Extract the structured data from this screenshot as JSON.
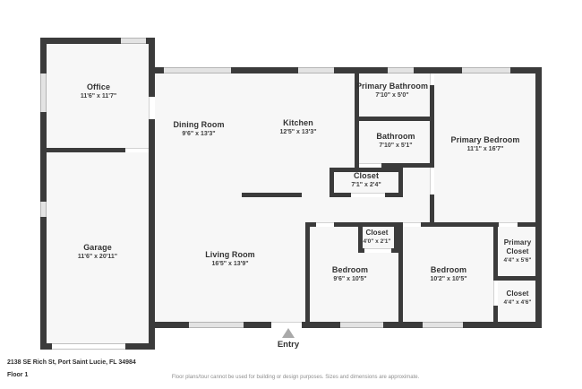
{
  "floor_plan": {
    "rooms": {
      "office": {
        "name": "Office",
        "dims": "11'6\" x 11'7\""
      },
      "dining_room": {
        "name": "Dining Room",
        "dims": "9'6\" x 13'3\""
      },
      "kitchen": {
        "name": "Kitchen",
        "dims": "12'5\" x 13'3\""
      },
      "primary_bathroom": {
        "name": "Primary Bathroom",
        "dims": "7'10\" x 5'0\""
      },
      "bathroom": {
        "name": "Bathroom",
        "dims": "7'10\" x 5'1\""
      },
      "primary_bedroom": {
        "name": "Primary Bedroom",
        "dims": "11'1\" x 16'7\""
      },
      "hall_closet": {
        "name": "Closet",
        "dims": "7'1\" x 2'4\""
      },
      "garage": {
        "name": "Garage",
        "dims": "11'6\" x 20'11\""
      },
      "living_room": {
        "name": "Living Room",
        "dims": "16'5\" x 13'9\""
      },
      "bedroom_closet": {
        "name": "Closet",
        "dims": "4'0\" x 2'1\""
      },
      "bedroom_1": {
        "name": "Bedroom",
        "dims": "9'6\" x 10'5\""
      },
      "bedroom_2": {
        "name": "Bedroom",
        "dims": "10'2\" x 10'5\""
      },
      "primary_closet": {
        "name": "Primary Closet",
        "dims": "4'4\" x 5'6\""
      },
      "closet_3": {
        "name": "Closet",
        "dims": "4'4\" x 4'6\""
      }
    },
    "entry_label": "Entry",
    "colors": {
      "wall": "#3b3b3b",
      "room_fill": "#f7f7f7",
      "window": "#e3e3e3",
      "window_border": "#b5b5b5",
      "entry_arrow": "#a9a9a9"
    }
  },
  "footer": {
    "address": "2138 SE Rich St, Port Saint Lucie, FL 34984",
    "floor_label": "Floor 1",
    "disclaimer": "Floor plans/tour cannot be used for building or design purposes. Sizes and dimensions are approximate."
  }
}
